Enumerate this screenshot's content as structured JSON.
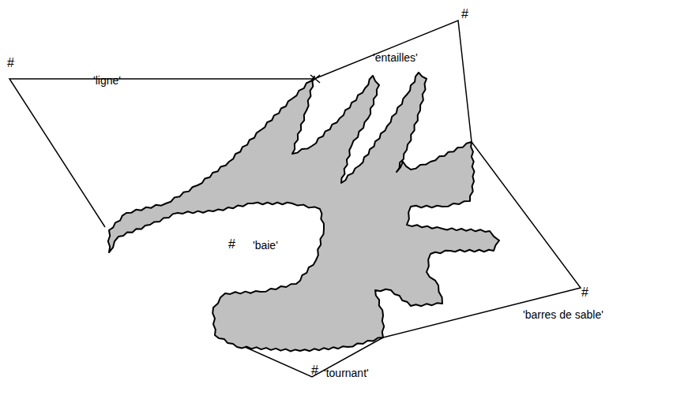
{
  "diagram": {
    "labels": [
      "#",
      "'ligne'",
      "'entailles'",
      "#",
      "#",
      "'baie'",
      "#",
      "'barres de sable'",
      "#",
      "'tournant'"
    ]
  }
}
